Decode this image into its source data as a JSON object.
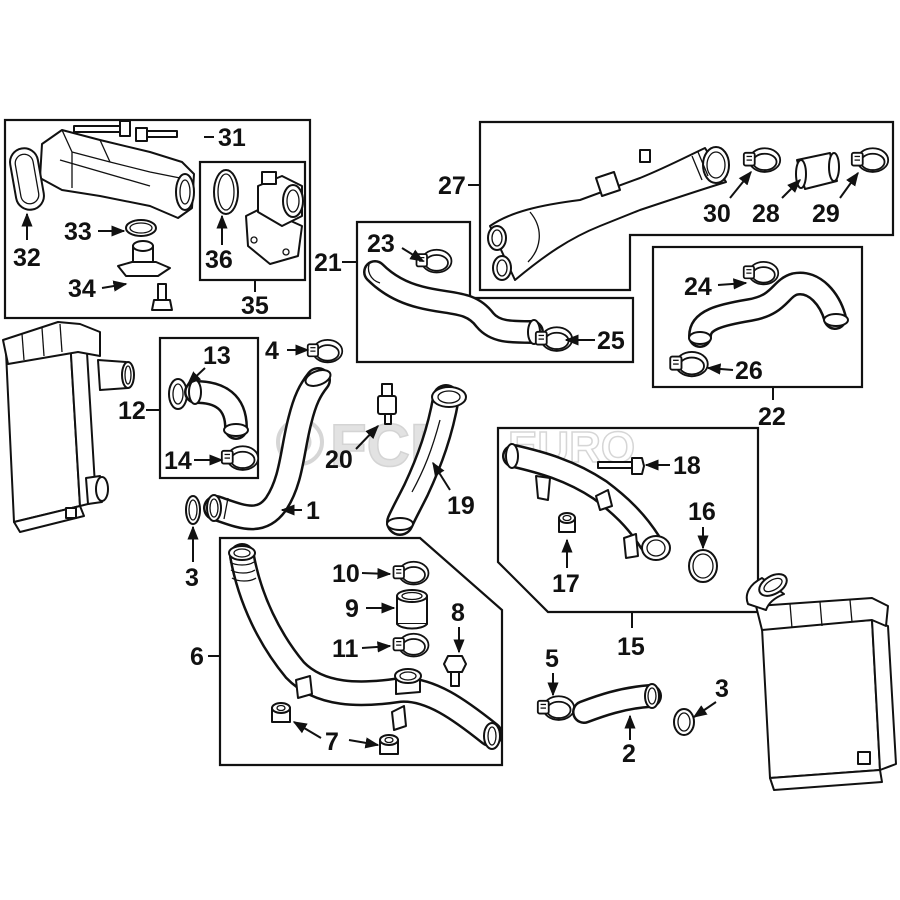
{
  "diagram": {
    "callouts": {
      "c1": "1",
      "c2": "2",
      "c3a": "3",
      "c3b": "3",
      "c4": "4",
      "c5": "5",
      "c6": "6",
      "c7": "7",
      "c8": "8",
      "c9": "9",
      "c10": "10",
      "c11": "11",
      "c12": "12",
      "c13": "13",
      "c14": "14",
      "c15": "15",
      "c16": "16",
      "c17": "17",
      "c18": "18",
      "c19": "19",
      "c20": "20",
      "c21": "21",
      "c22": "22",
      "c23": "23",
      "c24": "24",
      "c25": "25",
      "c26": "26",
      "c27": "27",
      "c28": "28",
      "c29": "29",
      "c30": "30",
      "c31": "31",
      "c32": "32",
      "c33": "33",
      "c34": "34",
      "c35": "35",
      "c36": "36"
    },
    "watermark": {
      "main": "FCP",
      "sub": "EURO"
    }
  },
  "colors": {
    "line": "#111111",
    "background": "#ffffff",
    "watermark": "#e2e2e2"
  }
}
